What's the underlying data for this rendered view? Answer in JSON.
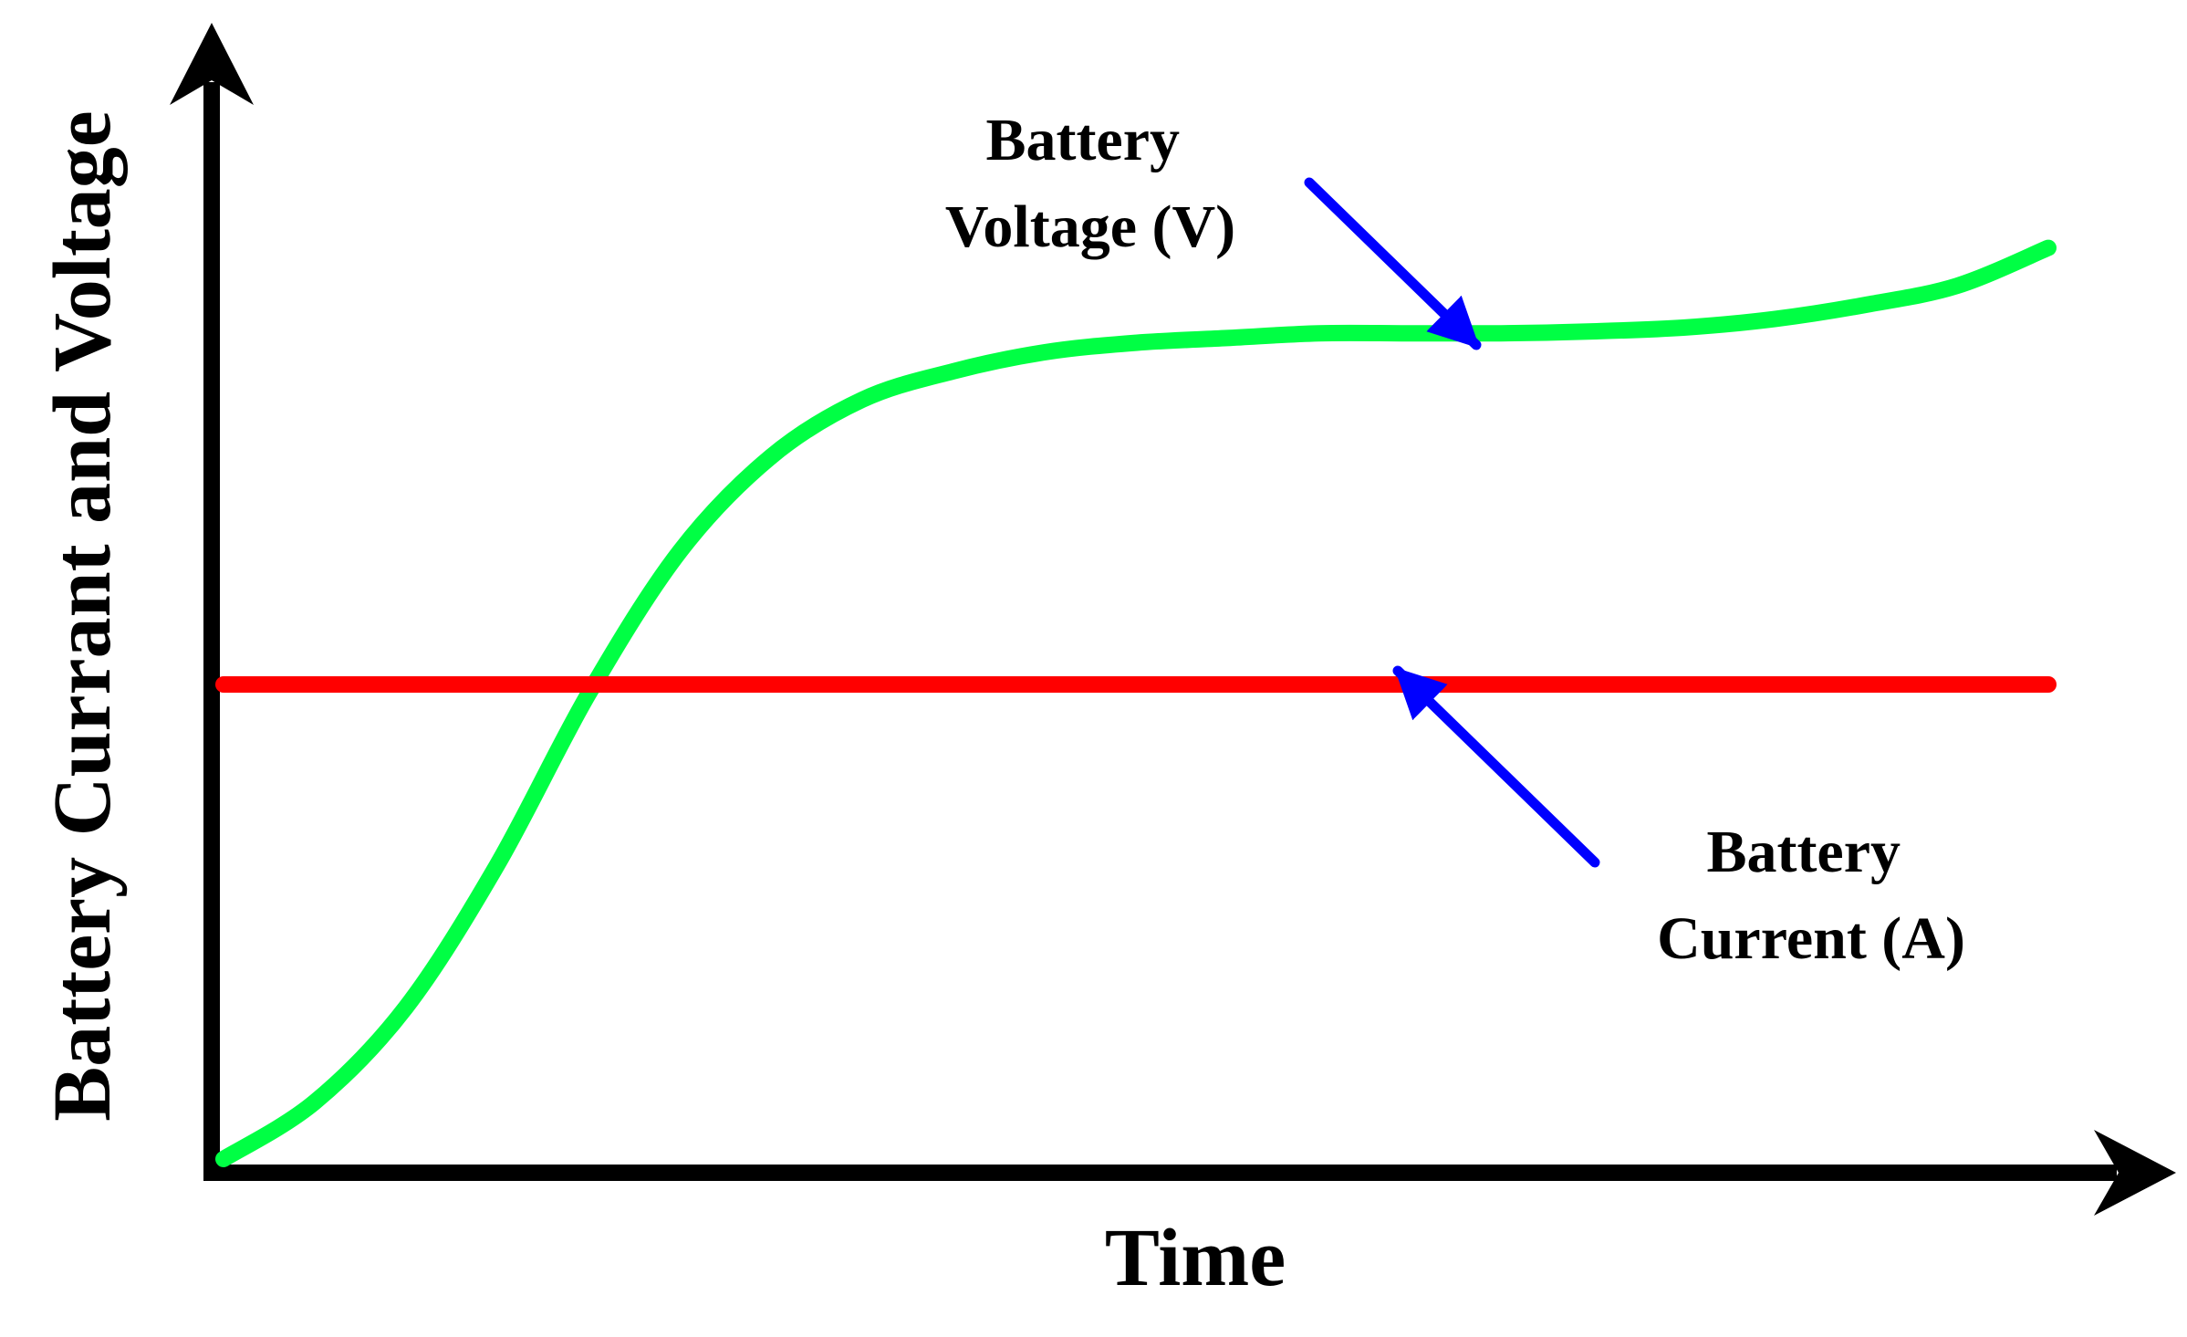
{
  "chart_data": {
    "type": "line",
    "title": "",
    "xlabel": "Time",
    "ylabel": "Battery Currant and Voltage",
    "x_ticks_shown": false,
    "y_ticks_shown": false,
    "grid": false,
    "legend": "none",
    "xlim": [
      0,
      1
    ],
    "ylim": [
      0,
      1
    ],
    "series": [
      {
        "color": "#00ff44",
        "x": [
          0.0,
          0.05,
          0.1,
          0.15,
          0.2,
          0.25,
          0.3,
          0.35,
          0.4,
          0.45,
          0.5,
          0.55,
          0.6,
          0.65,
          0.7,
          0.75,
          0.8,
          0.85,
          0.9,
          0.95,
          1.0
        ],
        "y": [
          0.0,
          0.06,
          0.16,
          0.31,
          0.49,
          0.64,
          0.74,
          0.8,
          0.83,
          0.85,
          0.86,
          0.865,
          0.87,
          0.87,
          0.87,
          0.872,
          0.876,
          0.885,
          0.9,
          0.92,
          0.96
        ]
      },
      {
        "color": "#ff0000",
        "x": [
          0.0,
          1.0
        ],
        "y": [
          0.5,
          0.5
        ]
      }
    ],
    "annotations": [
      {
        "lines": [
          "Battery",
          "Voltage (V)"
        ],
        "target_series": 0,
        "arrow_color": "#0000ff"
      },
      {
        "lines": [
          "Battery",
          "Current (A)"
        ],
        "target_series": 1,
        "arrow_color": "#0000ff"
      }
    ],
    "colors": {
      "axis": "#000000",
      "arrow": "#0000ff"
    }
  }
}
